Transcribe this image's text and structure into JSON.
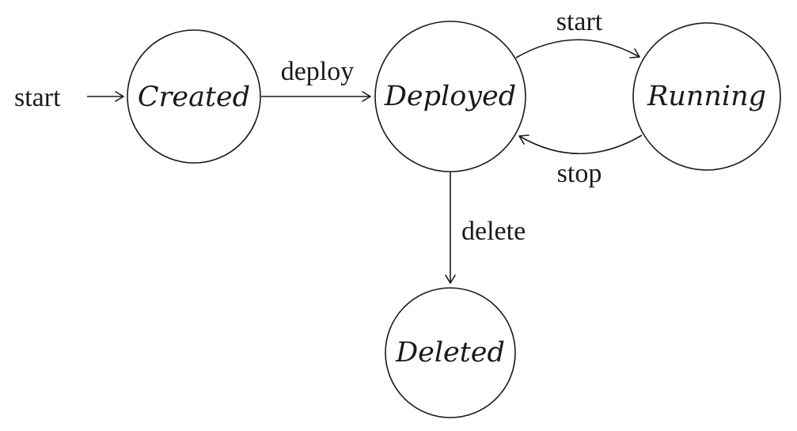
{
  "diagram": {
    "initial_label": "start",
    "states": {
      "created": "Created",
      "deployed": "Deployed",
      "running": "Running",
      "deleted": "Deleted"
    },
    "transitions": {
      "deploy": "deploy",
      "start": "start",
      "stop": "stop",
      "delete": "delete"
    }
  }
}
